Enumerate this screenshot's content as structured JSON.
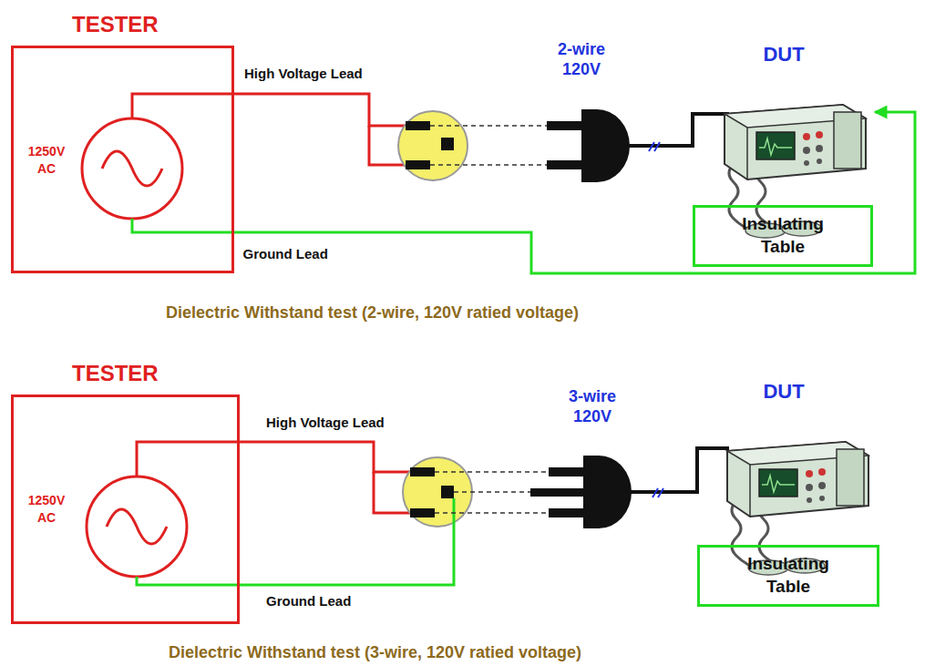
{
  "diagram": {
    "nodes": [
      {
        "text": [
          "TESTER",
          "1250V AC"
        ]
      },
      {
        "text": [
          "DUT"
        ]
      },
      {
        "text": [
          "Insulating Table"
        ]
      },
      {
        "text": [
          "TESTER",
          "1250V AC"
        ]
      },
      {
        "text": [
          "DUT"
        ]
      },
      {
        "text": [
          "Insulating Table"
        ]
      }
    ],
    "edges": [
      {
        "from": 0,
        "to": 1,
        "arrow": "to",
        "label": "Ground Lead"
      }
    ],
    "labels": [
      "High Voltage Lead",
      "2-wire 120V",
      "Dielectric Withstand test (2-wire, 120V ratied voltage)",
      "High Voltage Lead",
      "Ground Lead",
      "3-wire 120V",
      "Dielectric Withstand test (3-wire, 120V ratied voltage)"
    ]
  }
}
